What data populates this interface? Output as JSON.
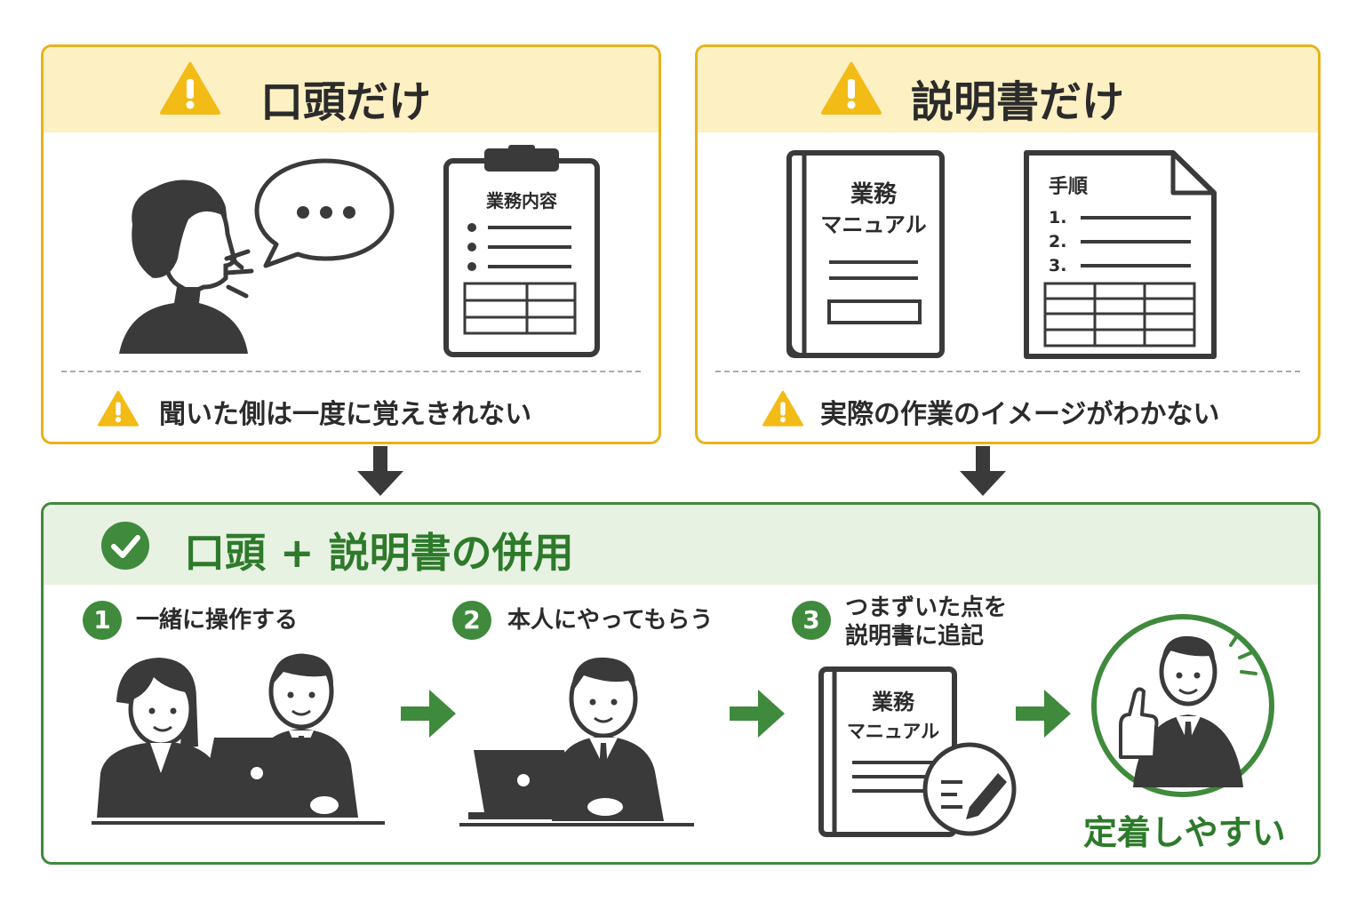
{
  "panel_verbal": {
    "title": "口頭だけ",
    "clipboard_title": "業務内容",
    "note": "聞いた側は一度に覚えきれない",
    "speech_dots": "• • •"
  },
  "panel_manual": {
    "title": "説明書だけ",
    "book_title_line1": "業務",
    "book_title_line2": "マニュアル",
    "doc_title": "手順",
    "doc_steps": [
      "1.",
      "2.",
      "3."
    ],
    "note": "実際の作業のイメージがわかない"
  },
  "panel_combined": {
    "title": "口頭 + 説明書の併用",
    "steps": [
      {
        "number": "1",
        "label": "一緒に操作する"
      },
      {
        "number": "2",
        "label": "本人にやってもらう"
      },
      {
        "number": "3",
        "label": "つまずいた点を\n説明書に追記"
      }
    ],
    "manual_line1": "業務",
    "manual_line2": "マニュアル",
    "result": "定着しやすい"
  },
  "colors": {
    "warning_border": "#e8b21c",
    "warning_header": "#fdf0c2",
    "success_border": "#3f8a3c",
    "success_header": "#e7f2e2",
    "success_text": "#2e7a2b",
    "ink": "#3a3a3a"
  },
  "icons": [
    "warning-triangle-icon",
    "check-circle-icon",
    "arrow-down-icon",
    "arrow-right-icon",
    "pen-icon"
  ]
}
